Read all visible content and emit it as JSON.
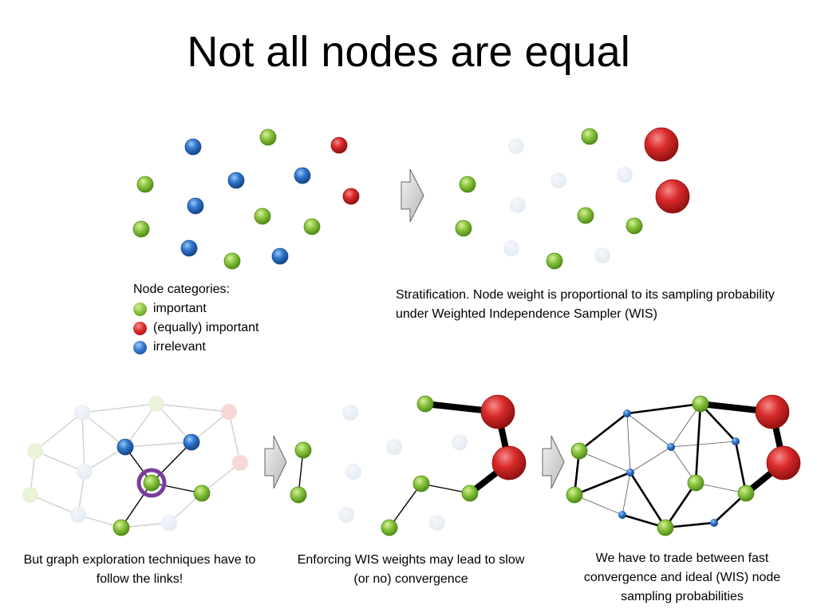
{
  "title": "Not all nodes are equal",
  "legend": {
    "heading": "Node categories:",
    "items": [
      {
        "label": "important",
        "color": "green"
      },
      {
        "label": "(equally) important",
        "color": "red"
      },
      {
        "label": "irrelevant",
        "color": "blue"
      }
    ]
  },
  "captions": {
    "stratification": "Stratification. Node weight is proportional to its sampling probability under Weighted Independence Sampler (WIS)",
    "exploration": "But graph exploration techniques have to follow the links!",
    "enforcing": "Enforcing WIS weights may lead to slow (or no) convergence",
    "tradeoff": "We have to trade between fast convergence and ideal (WIS) node sampling probabilities"
  },
  "colors": {
    "green": "#7ab82c",
    "red": "#cc1f1f",
    "blue": "#2a6bc4",
    "arrow": "#cfcfcf"
  }
}
